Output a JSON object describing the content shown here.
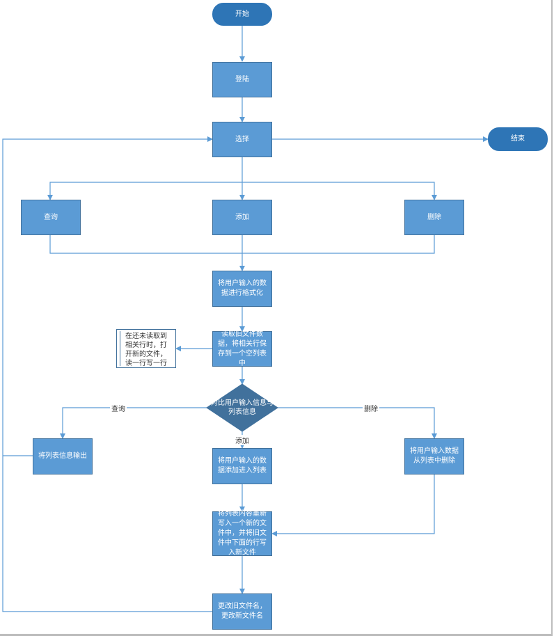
{
  "nodes": {
    "start": "开始",
    "login": "登陆",
    "select": "选择",
    "end": "结束",
    "query": "查询",
    "add": "添加",
    "delete": "删除",
    "format": "将用户输入的数据进行格式化",
    "read_file": "读取旧文件数据，将相关行保存到一个空列表中",
    "note": "在还未读取到相关行时，打开新的文件，读一行写一行",
    "compare": "对比用户输入信息与列表信息",
    "output_list": "将列表信息输出",
    "add_to_list": "将用户输入的数据添加进入列表",
    "delete_from_list": "将用户输入数据从列表中删除",
    "rewrite": "将列表内容重新写入一个新的文件中，并将旧文件中下面的行写入新文件",
    "rename": "更改旧文件名，更改新文件名"
  },
  "edge_labels": {
    "query": "查询",
    "add": "添加",
    "delete": "删除"
  },
  "colors": {
    "node_fill": "#5b9bd5",
    "node_border": "#41719c",
    "terminal_fill": "#2e75b6",
    "connector": "#5b9bd5"
  }
}
